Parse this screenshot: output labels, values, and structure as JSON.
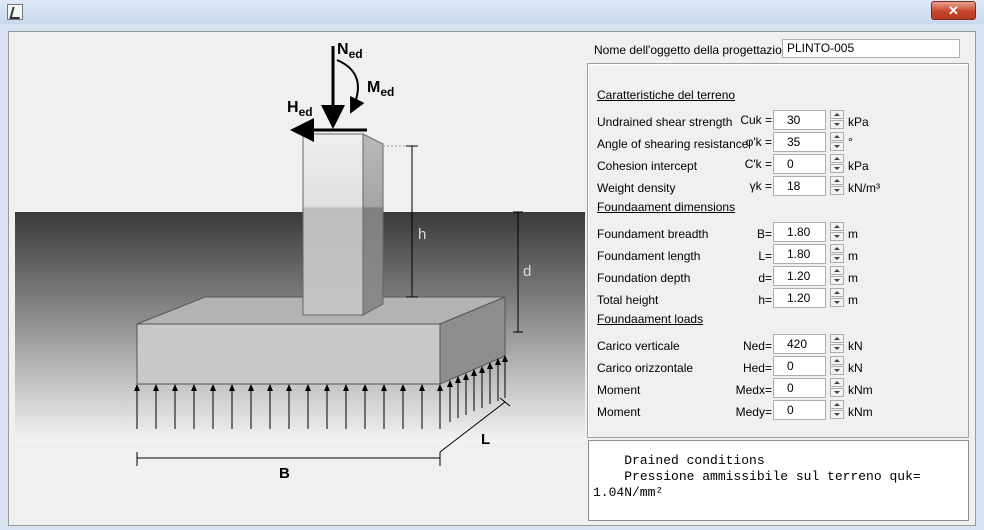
{
  "window": {
    "close_glyph": "✕"
  },
  "drawing": {
    "labels": {
      "n": "N",
      "n_sub": "ed",
      "m": "M",
      "m_sub": "ed",
      "h_force": "H",
      "h_force_sub": "ed",
      "h": "h",
      "d": "d",
      "b": "B",
      "l": "L"
    }
  },
  "object": {
    "label": "Nome dell'oggetto della progettazione",
    "value": "PLINTO-005"
  },
  "soil": {
    "title": "Caratteristiche del terreno",
    "rows": [
      {
        "label": "Undrained shear strength",
        "sym": "Cuk =",
        "value": "30",
        "unit": "kPa"
      },
      {
        "label": "Angle of shearing resistance",
        "sym": "φ'k =",
        "value": "35",
        "unit": "°"
      },
      {
        "label": "Cohesion intercept",
        "sym": "C'k =",
        "value": "0",
        "unit": "kPa"
      },
      {
        "label": "Weight density",
        "sym": "γk =",
        "value": "18",
        "unit": "kN/m³"
      }
    ]
  },
  "dims": {
    "title": "Foundaament dimensions",
    "rows": [
      {
        "label": "Foundament breadth",
        "sym": "B=",
        "value": "1.80",
        "unit": "m"
      },
      {
        "label": "Foundament length",
        "sym": "L=",
        "value": "1.80",
        "unit": "m"
      },
      {
        "label": "Foundation depth",
        "sym": "d=",
        "value": "1.20",
        "unit": "m"
      },
      {
        "label": "Total height",
        "sym": "h=",
        "value": "1.20",
        "unit": "m"
      }
    ]
  },
  "loads": {
    "title": "Foundaament loads",
    "rows": [
      {
        "label": "Carico verticale",
        "sym": "Ned=",
        "value": "420",
        "unit": "kN"
      },
      {
        "label": "Carico orizzontale",
        "sym": "Hed=",
        "value": "0",
        "unit": "kN"
      },
      {
        "label": "Moment",
        "sym": "Medx=",
        "value": "0",
        "unit": "kNm"
      },
      {
        "label": "Moment",
        "sym": "Medy=",
        "value": "0",
        "unit": "kNm"
      }
    ]
  },
  "result": {
    "line1": "    Drained conditions",
    "line2": "    Pressione ammissibile sul terreno quk=",
    "line3": "1.04N/mm²"
  }
}
